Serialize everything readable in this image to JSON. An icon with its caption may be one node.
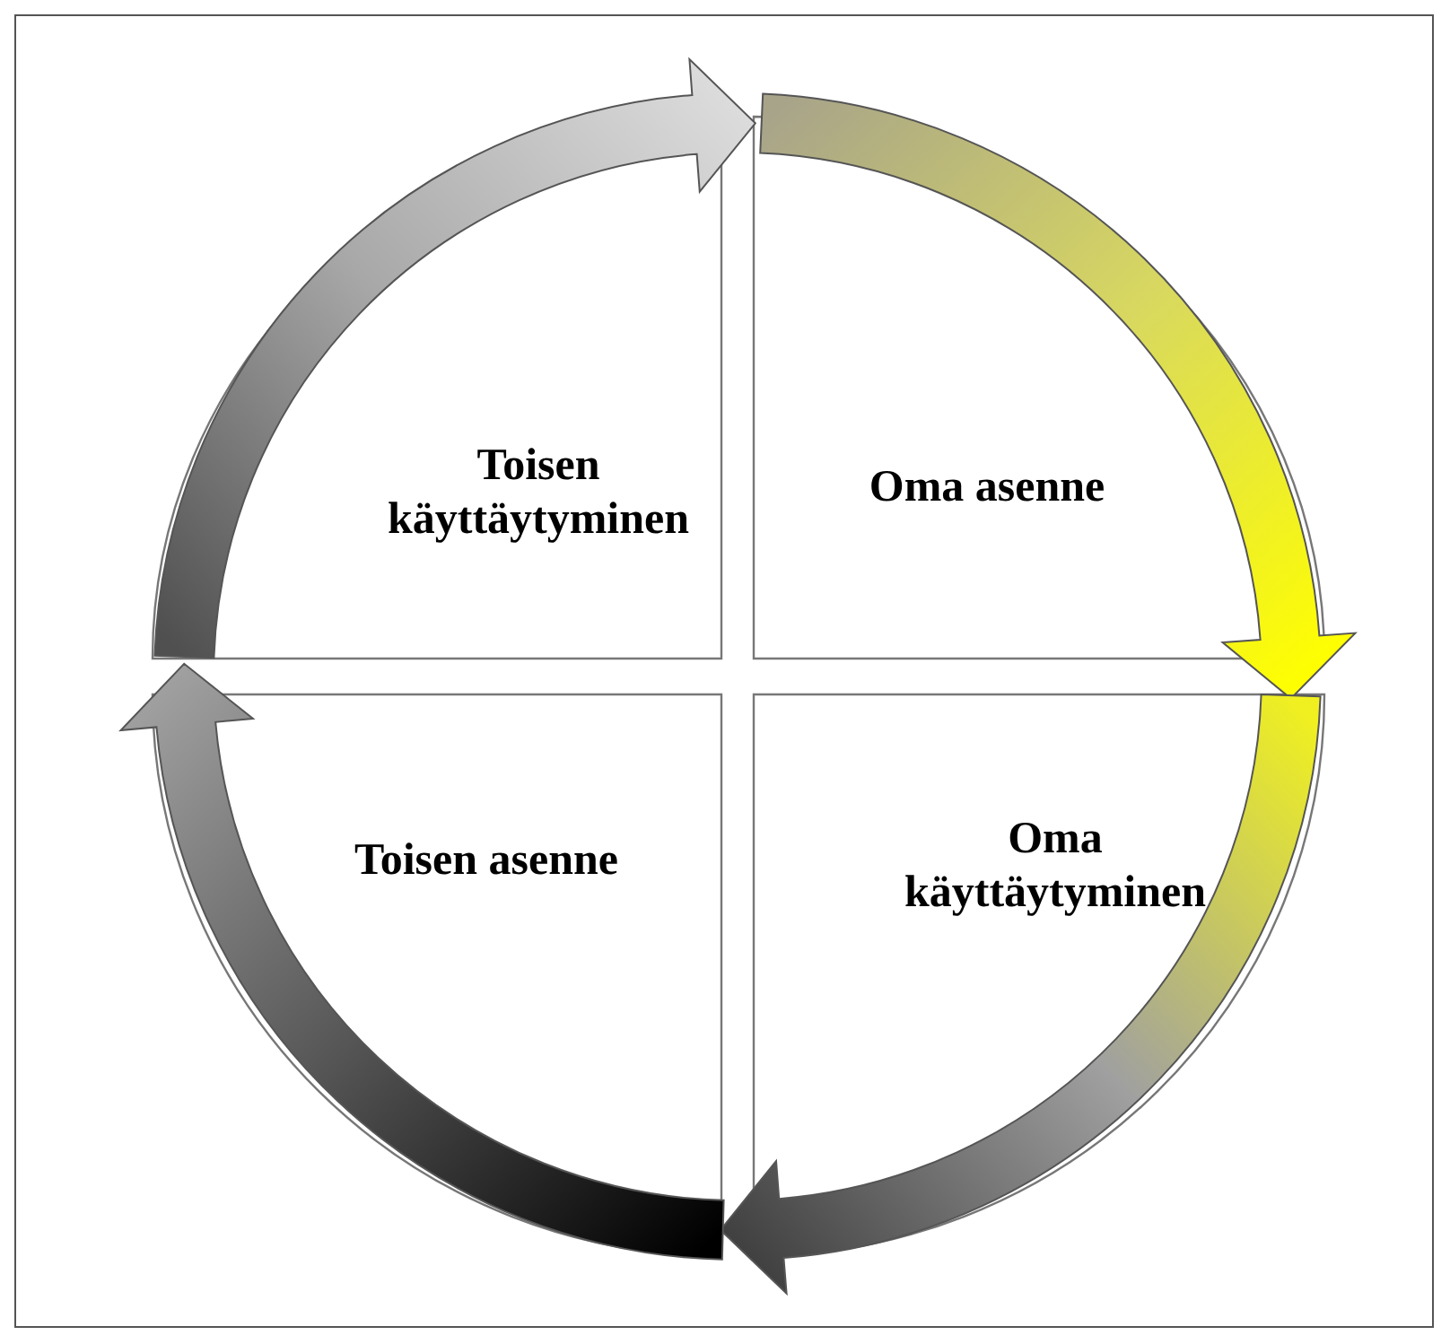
{
  "diagram": {
    "nodes": [
      {
        "text": [
          "Toisen käyttäytyminen"
        ]
      },
      {
        "text": [
          "Oma asenne"
        ]
      },
      {
        "text": [
          "Toisen asenne"
        ]
      },
      {
        "text": [
          "Oma käyttäytyminen"
        ]
      }
    ],
    "edges": [
      {
        "from": 1,
        "to": 3,
        "arrow": "to"
      },
      {
        "from": 3,
        "to": 2,
        "arrow": "to"
      },
      {
        "from": 2,
        "to": 0,
        "arrow": "to"
      },
      {
        "from": 0,
        "to": 1,
        "arrow": "to"
      }
    ]
  }
}
